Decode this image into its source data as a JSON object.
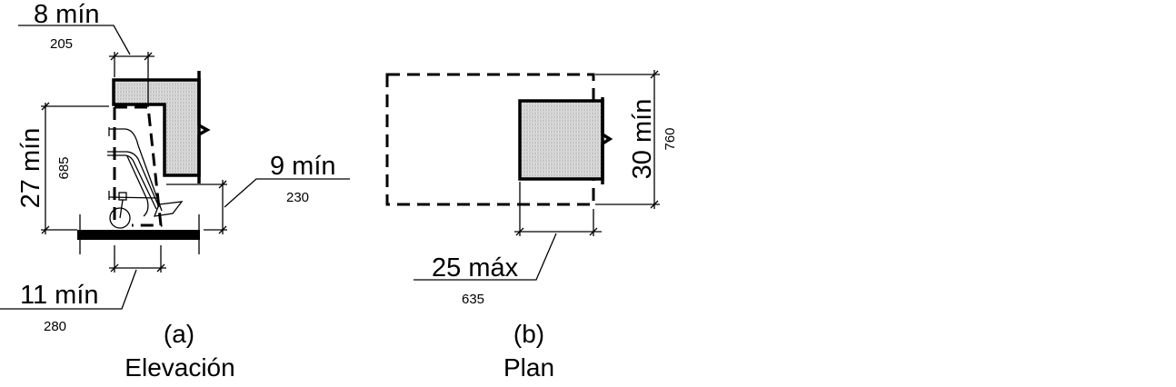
{
  "elevation": {
    "caption_letter": "(a)",
    "caption": "Elevación",
    "dims": {
      "toe_depth": {
        "label": "8 mín",
        "mm": "205"
      },
      "knee_height": {
        "label": "27 mín",
        "mm": "685"
      },
      "toe_height": {
        "label": "9 mín",
        "mm": "230"
      },
      "knee_depth": {
        "label": "11 mín",
        "mm": "280"
      }
    }
  },
  "plan": {
    "caption_letter": "(b)",
    "caption": "Plan",
    "dims": {
      "width": {
        "label": "30 mín",
        "mm": "760"
      },
      "depth": {
        "label": "25 máx",
        "mm": "635"
      }
    }
  },
  "colors": {
    "line": "#000000",
    "fill": "#d8d8d8"
  }
}
